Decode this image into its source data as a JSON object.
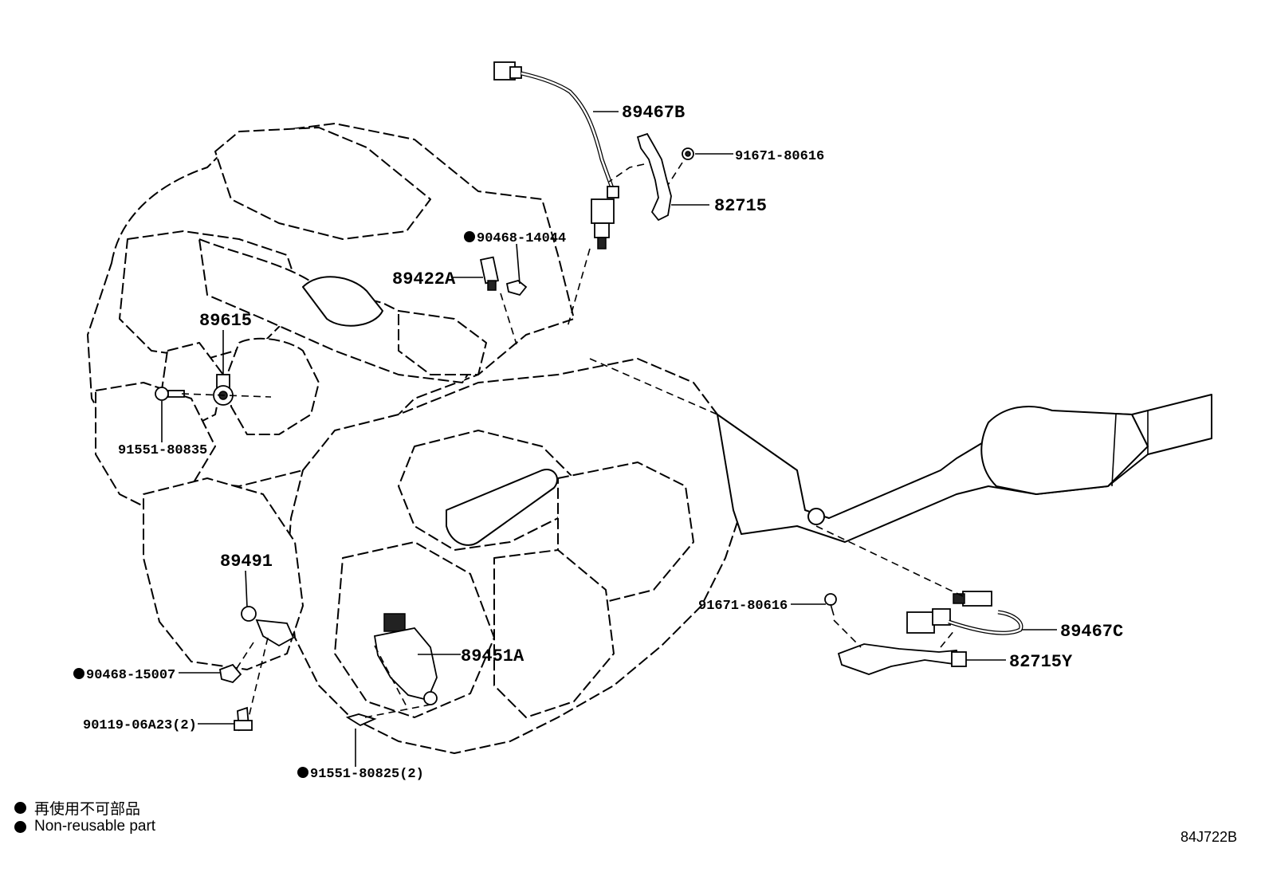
{
  "parts": {
    "p89467B": "89467B",
    "p91671_top": "91671-80616",
    "p82715": "82715",
    "p90468_14044": "90468-14044",
    "p89422A": "89422A",
    "p89615": "89615",
    "p91551_80835": "91551-80835",
    "p89491": "89491",
    "p90468_15007": "90468-15007",
    "p90119": "90119-06A23(2)",
    "p89451A": "89451A",
    "p91551_80825": "91551-80825(2)",
    "p91671_bottom": "91671-80616",
    "p89467C": "89467C",
    "p82715Y": "82715Y"
  },
  "legend": {
    "jp": "再使用不可部品",
    "en": "Non-reusable part"
  },
  "illustration_code": "84J722B"
}
